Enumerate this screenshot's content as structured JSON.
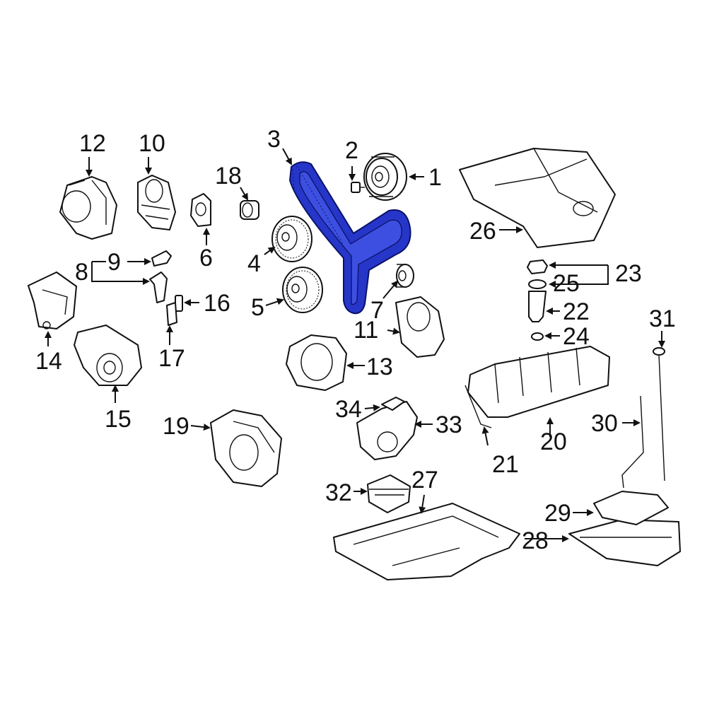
{
  "diagram": {
    "highlight_color": "#2a3bd1",
    "callouts": [
      {
        "id": "1",
        "text": "1"
      },
      {
        "id": "2",
        "text": "2"
      },
      {
        "id": "3",
        "text": "3"
      },
      {
        "id": "4",
        "text": "4"
      },
      {
        "id": "5",
        "text": "5"
      },
      {
        "id": "6",
        "text": "6"
      },
      {
        "id": "7",
        "text": "7"
      },
      {
        "id": "8",
        "text": "8"
      },
      {
        "id": "9",
        "text": "9"
      },
      {
        "id": "10",
        "text": "10"
      },
      {
        "id": "11",
        "text": "11"
      },
      {
        "id": "12",
        "text": "12"
      },
      {
        "id": "13",
        "text": "13"
      },
      {
        "id": "14",
        "text": "14"
      },
      {
        "id": "15",
        "text": "15"
      },
      {
        "id": "16",
        "text": "16"
      },
      {
        "id": "17",
        "text": "17"
      },
      {
        "id": "18",
        "text": "18"
      },
      {
        "id": "19",
        "text": "19"
      },
      {
        "id": "20",
        "text": "20"
      },
      {
        "id": "21",
        "text": "21"
      },
      {
        "id": "22",
        "text": "22"
      },
      {
        "id": "23",
        "text": "23"
      },
      {
        "id": "24",
        "text": "24"
      },
      {
        "id": "25",
        "text": "25"
      },
      {
        "id": "26",
        "text": "26"
      },
      {
        "id": "27",
        "text": "27"
      },
      {
        "id": "28",
        "text": "28"
      },
      {
        "id": "29",
        "text": "29"
      },
      {
        "id": "30",
        "text": "30"
      },
      {
        "id": "31",
        "text": "31"
      },
      {
        "id": "32",
        "text": "32"
      },
      {
        "id": "33",
        "text": "33"
      },
      {
        "id": "34",
        "text": "34"
      }
    ]
  }
}
